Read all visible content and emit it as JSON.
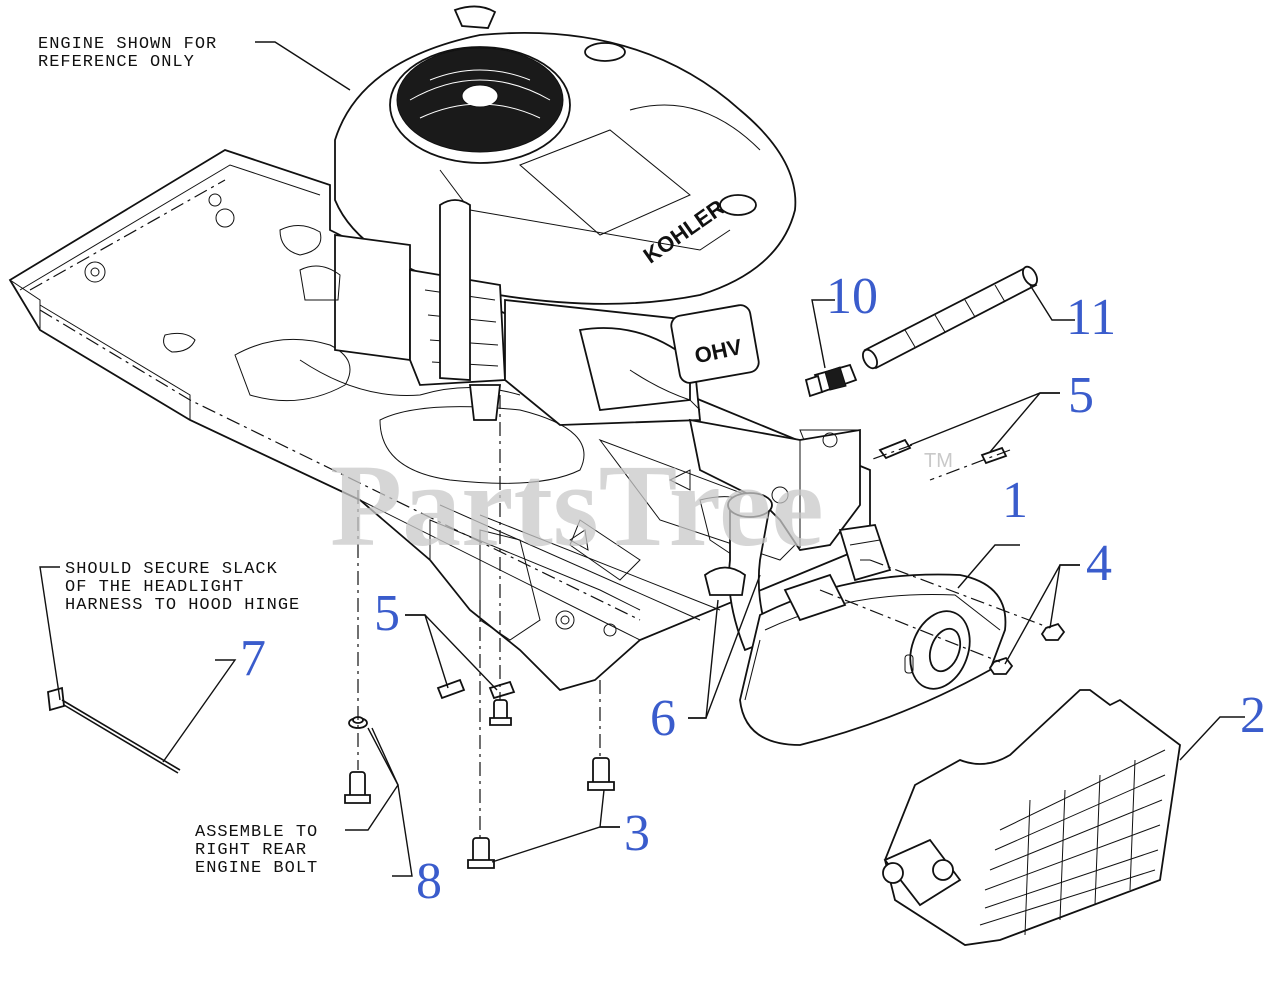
{
  "notes": {
    "engine_ref": [
      "ENGINE SHOWN FOR",
      "REFERENCE ONLY"
    ],
    "headlight": [
      "SHOULD SECURE SLACK",
      "OF THE HEADLIGHT",
      "HARNESS TO HOOD HINGE"
    ],
    "assemble": [
      "ASSEMBLE TO",
      "RIGHT REAR",
      "ENGINE BOLT"
    ]
  },
  "engine_labels": {
    "brand": "KOHLER",
    "valve": "OHV"
  },
  "watermark": {
    "text": "PartsTree",
    "trademark": "TM"
  },
  "callouts": {
    "c1": "1",
    "c2": "2",
    "c3": "3",
    "c4": "4",
    "c5a": "5",
    "c5b": "5",
    "c6": "6",
    "c7": "7",
    "c8": "8",
    "c10": "10",
    "c11": "11"
  },
  "colors": {
    "callout": "#3a5ccc",
    "line": "#111111",
    "watermark": "#c9c9c9"
  }
}
